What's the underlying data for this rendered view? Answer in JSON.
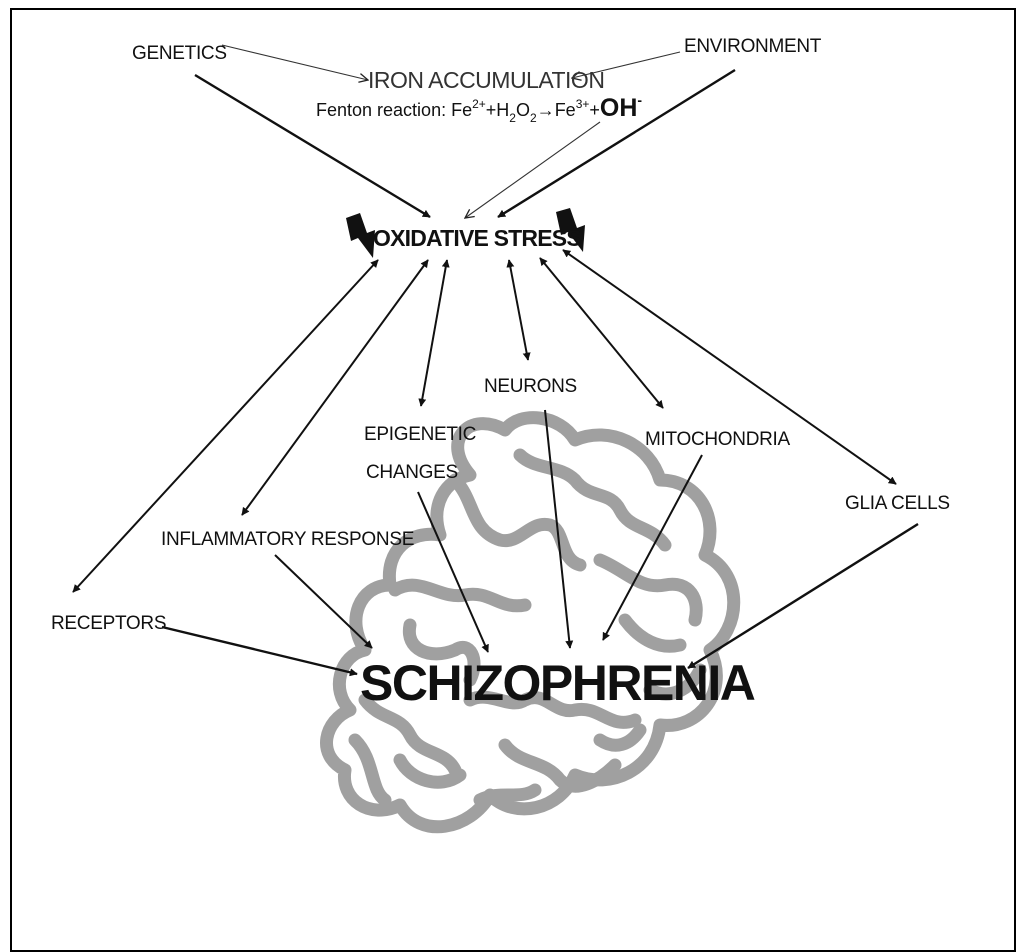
{
  "nodes": {
    "genetics": "GENETICS",
    "environment": "ENVIRONMENT",
    "iron": "IRON ACCUMULATION",
    "fenton_prefix": "Fenton reaction: Fe",
    "fenton_sup1": "2+",
    "fenton_plus1": "+H",
    "fenton_sub1": "2",
    "fenton_o": "O",
    "fenton_sub2": "2",
    "fenton_arrow": "→",
    "fenton_fe": "Fe",
    "fenton_sup2": "3+",
    "fenton_plus2": "+",
    "fenton_oh": "OH",
    "fenton_sup3": "-",
    "oxidative_stress": "OXIDATIVE STRESS",
    "epigenetic_line1": "EPIGENETIC",
    "epigenetic_line2": "CHANGES",
    "neurons": "NEURONS",
    "mitochondria": "MITOCHONDRIA",
    "glia": "GLIA CELLS",
    "inflammatory": "INFLAMMATORY RESPONSE",
    "receptors": "RECEPTORS",
    "schizophrenia": "SCHIZOPHRENIA"
  },
  "colors": {
    "ink": "#111111",
    "brain_outline": "#a0a0a0",
    "background": "#ffffff"
  },
  "icons": [
    "lightning-bolt-icon",
    "brain-outline-illustration"
  ]
}
